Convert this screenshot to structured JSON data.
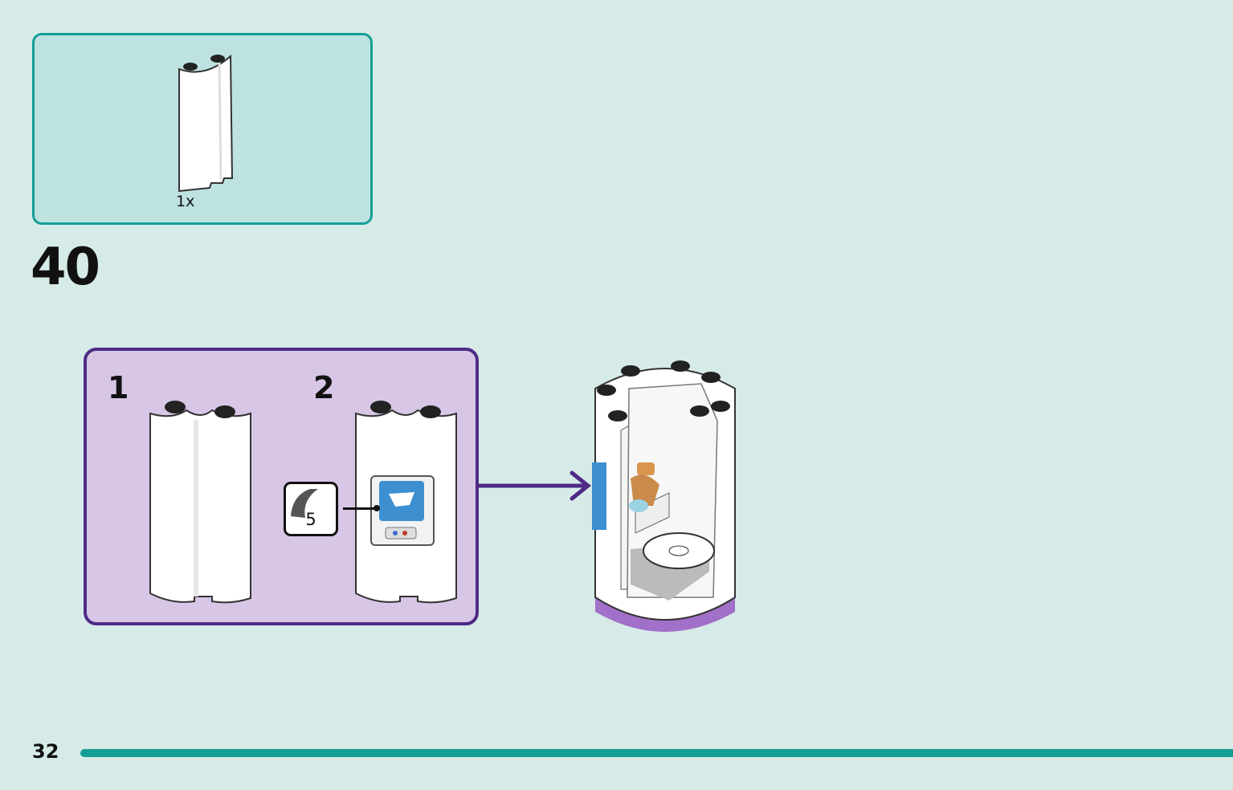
{
  "parts_list": {
    "items": [
      {
        "icon": "curved-wall-panel-white",
        "quantity": "1x"
      }
    ]
  },
  "step": {
    "number": "40"
  },
  "substeps": [
    {
      "label": "1",
      "icon": "curved-wall-panel-white"
    },
    {
      "label": "2",
      "icon": "curved-wall-panel-with-toilet-sticker"
    }
  ],
  "sticker": {
    "number": "5"
  },
  "result": {
    "icon": "cylindrical-bathroom-assembly"
  },
  "page": {
    "number": "32"
  },
  "colors": {
    "background": "#d6ebe8",
    "parts_box_fill": "#bde2e0",
    "accent_teal": "#159e96",
    "substep_fill": "#d7c6e6",
    "substep_border": "#4f2a85"
  }
}
